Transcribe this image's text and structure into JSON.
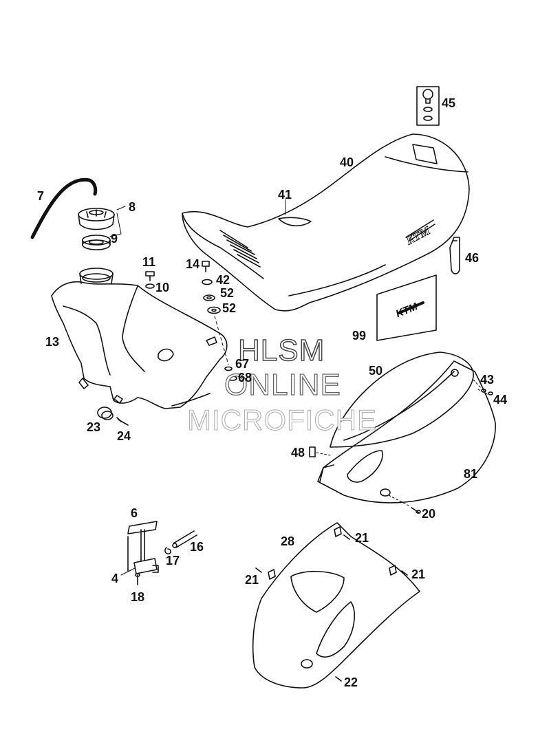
{
  "watermark": {
    "line1": "HLSM",
    "line2": "ONLINE",
    "line3": "MICROFICHE"
  },
  "callouts": {
    "c4": "4",
    "c6": "6",
    "c7": "7",
    "c8": "8",
    "c9": "9",
    "c10": "10",
    "c11": "11",
    "c13": "13",
    "c14": "14",
    "c16": "16",
    "c17": "17",
    "c18": "18",
    "c20": "20",
    "c21a": "21",
    "c21b": "21",
    "c21c": "21",
    "c22": "22",
    "c23": "23",
    "c24": "24",
    "c28": "28",
    "c40": "40",
    "c41": "41",
    "c42": "42",
    "c43": "43",
    "c44": "44",
    "c45": "45",
    "c46": "46",
    "c48": "48",
    "c50": "50",
    "c52a": "52",
    "c52b": "52",
    "c67": "67",
    "c68": "68",
    "c81": "81",
    "c99": "99"
  },
  "logos": {
    "seat_logo": "KTM",
    "decal_logo": "KTM"
  },
  "colors": {
    "line": "#111111",
    "background": "#ffffff",
    "watermark_outline": "#8a8a8a"
  }
}
